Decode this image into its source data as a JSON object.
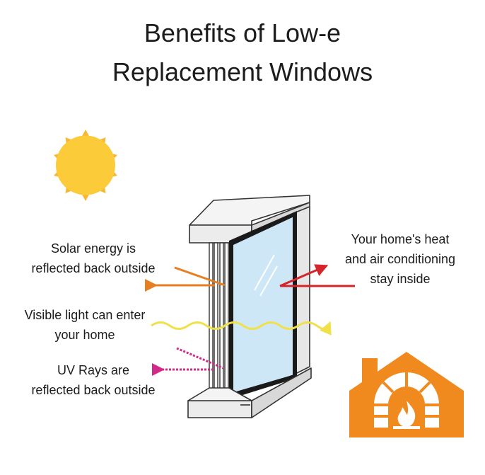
{
  "title": {
    "line1": "Benefits of Low-e",
    "line2": "Replacement Windows"
  },
  "labels": {
    "solar": {
      "line1": "Solar energy is",
      "line2": "reflected back outside"
    },
    "visible": {
      "line1": "Visible light can enter",
      "line2": "your home"
    },
    "uv": {
      "line1": "UV Rays are",
      "line2": "reflected back outside"
    },
    "heat": {
      "line1": "Your home's heat",
      "line2": "and air conditioning",
      "line3": "stay inside"
    }
  },
  "icons": {
    "sun": "sun-icon",
    "house": "house-fireplace-icon",
    "window": "double-pane-window"
  },
  "colors": {
    "sun_rays": "#f7b733",
    "sun_core": "#fccb3a",
    "solar_arrow": "#e87e22",
    "visible_arrow": "#f0e04a",
    "uv_arrow": "#d32a8a",
    "heat_arrow": "#d6242b",
    "house": "#f08a1f",
    "glass": "#cde7f7"
  }
}
